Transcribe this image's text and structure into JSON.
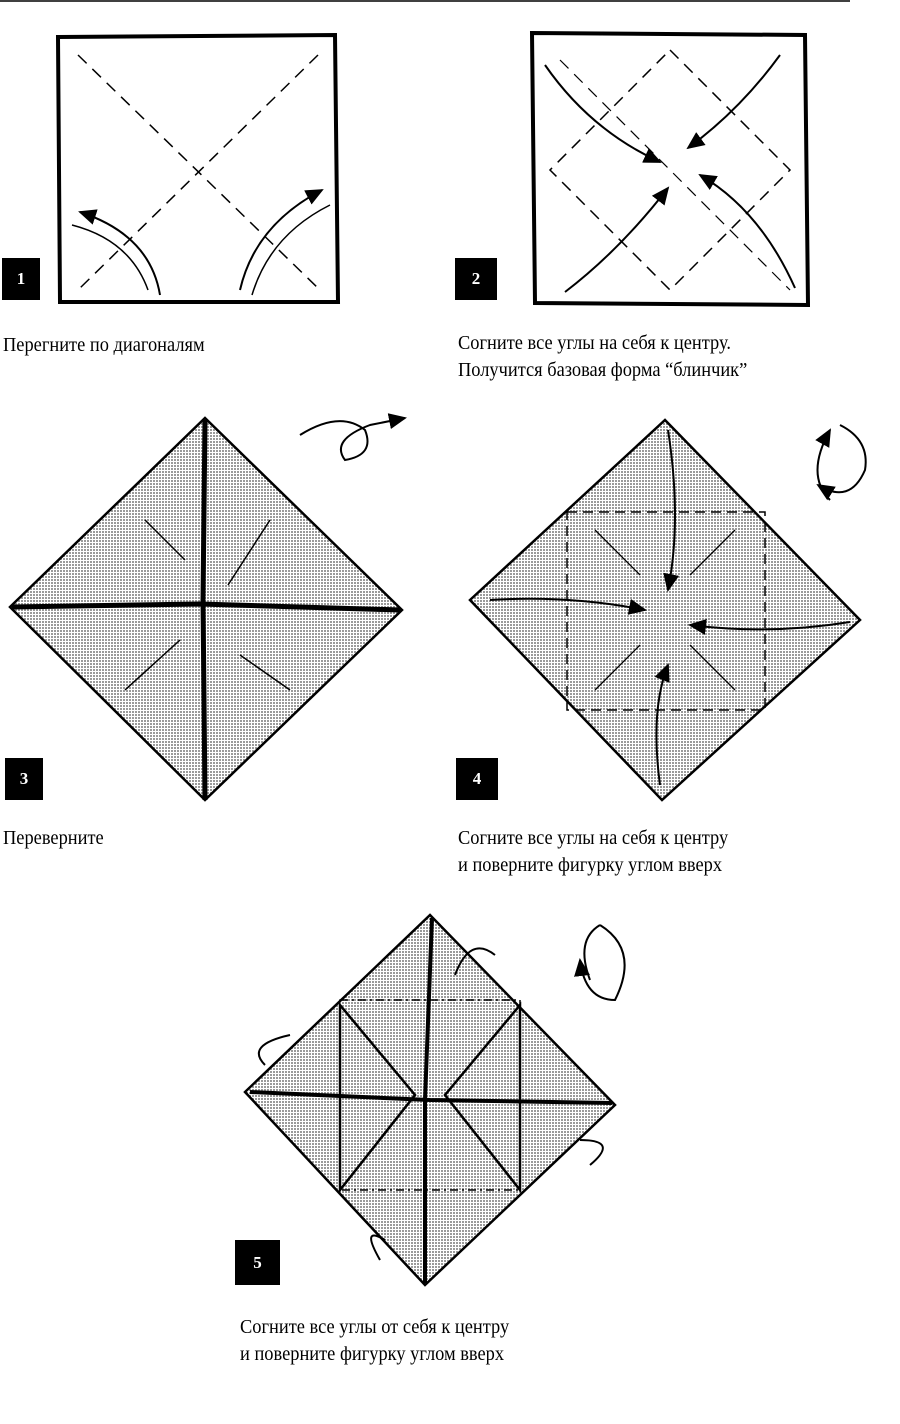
{
  "colors": {
    "ink": "#000000",
    "paper_fill": "#c8c8c8",
    "background": "#ffffff"
  },
  "steps": [
    {
      "number": "1",
      "caption": [
        "Перегните по диагоналям"
      ]
    },
    {
      "number": "2",
      "caption": [
        "Согните все углы на себя к центру.",
        "Получится базовая форма “блинчик”"
      ]
    },
    {
      "number": "3",
      "caption": [
        "Переверните"
      ]
    },
    {
      "number": "4",
      "caption": [
        "Согните все углы на себя к центру",
        "и поверните фигурку углом вверх"
      ]
    },
    {
      "number": "5",
      "caption": [
        "Согните все углы от себя к центру",
        "и поверните фигурку углом вверх"
      ]
    }
  ]
}
